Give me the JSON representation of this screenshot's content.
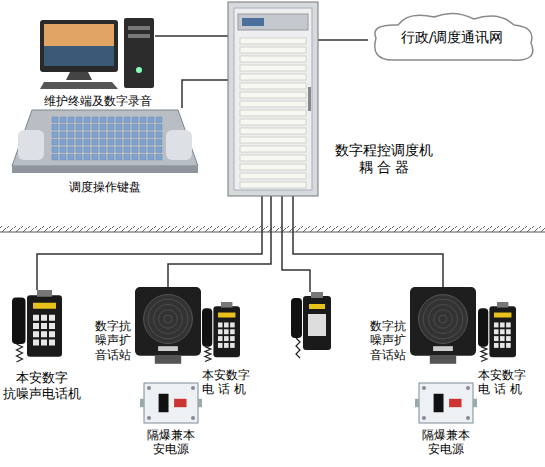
{
  "diagram": {
    "nodes": [
      {
        "text": [
          "行政/调度通讯网"
        ]
      },
      {
        "text": [
          "数字程控调度机 耦 合 器"
        ]
      },
      {
        "text": [
          "维护终端及数字录音"
        ]
      },
      {
        "text": [
          "调度操作键盘"
        ]
      },
      {
        "text": [
          "本安数字 抗噪声电话机"
        ]
      },
      {
        "text": [
          "数字抗 噪声扩 音话站"
        ]
      },
      {
        "text": [
          "本安数字 电 话 机"
        ]
      },
      {
        "text": [
          "隔爆兼本 安电源"
        ]
      },
      {
        "text": [
          "数字抗 噪声扩 音话站"
        ]
      },
      {
        "text": [
          "本安数字 电 话 机"
        ]
      },
      {
        "text": [
          "隔爆兼本 安电源"
        ]
      }
    ],
    "edges": [
      {
        "from": 1,
        "to": 0,
        "arrow": "none"
      },
      {
        "from": 1,
        "to": 2,
        "arrow": "none"
      },
      {
        "from": 1,
        "to": 3,
        "arrow": "none"
      },
      {
        "from": 1,
        "to": 4,
        "arrow": "none"
      },
      {
        "from": 1,
        "to": 5,
        "arrow": "none"
      },
      {
        "from": 1,
        "to": 8,
        "arrow": "none"
      }
    ]
  }
}
